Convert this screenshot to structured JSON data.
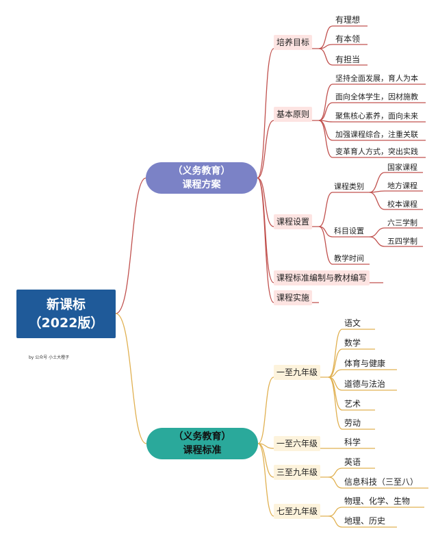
{
  "root": {
    "line1": "新课标",
    "line2": "（2022版）"
  },
  "byline": "by 公众号 小土大橙子",
  "plan": {
    "line1": "（义务教育）",
    "line2": "课程方案",
    "goals": {
      "label": "培养目标",
      "items": [
        "有理想",
        "有本领",
        "有担当"
      ]
    },
    "principles": {
      "label": "基本原则",
      "items": [
        "坚持全面发展，育人为本",
        "面向全体学生，因材施教",
        "聚焦核心素养，面向未来",
        "加强课程综合，注重关联",
        "变革育人方式，突出实践"
      ]
    },
    "setup": {
      "label": "课程设置",
      "types": {
        "label": "课程类别",
        "items": [
          "国家课程",
          "地方课程",
          "校本课程"
        ]
      },
      "subjects": {
        "label": "科目设置",
        "items": [
          "六三学制",
          "五四学制"
        ]
      },
      "time": {
        "label": "教学时间"
      }
    },
    "standards": {
      "label": "课程标准编制与教材编写"
    },
    "implementation": {
      "label": "课程实施"
    }
  },
  "std": {
    "line1": "（义务教育）",
    "line2": "课程标准",
    "g19": {
      "label": "一至九年级",
      "items": [
        "语文",
        "数学",
        "体育与健康",
        "道德与法治",
        "艺术",
        "劳动"
      ]
    },
    "g16": {
      "label": "一至六年级",
      "items": [
        "科学"
      ]
    },
    "g39": {
      "label": "三至九年级",
      "items": [
        "英语",
        "信息科技（三至八）"
      ]
    },
    "g79": {
      "label": "七至九年级",
      "items": [
        "物理、化学、生物",
        "地理、历史"
      ]
    }
  },
  "colors": {
    "root": "#1f5a99",
    "plan_hub": "#7b82c6",
    "std_hub": "#2aa99b",
    "plan_line": "#c0504d",
    "std_line": "#e0b050"
  }
}
